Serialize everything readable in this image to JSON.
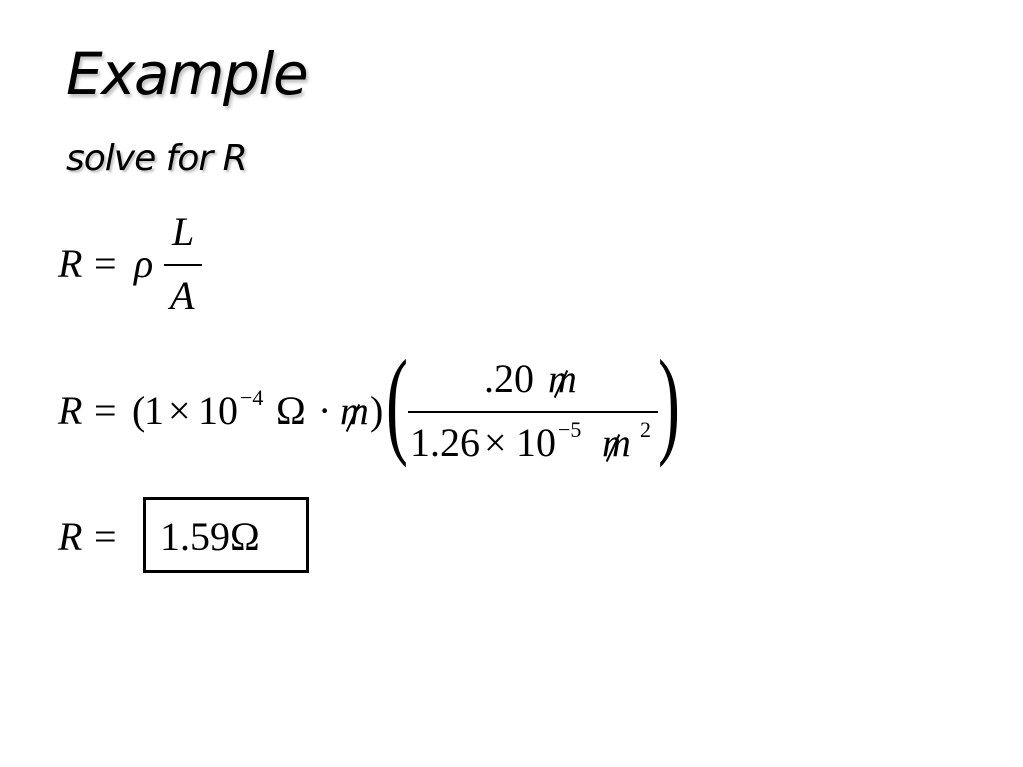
{
  "slide": {
    "title": "Example",
    "subtitle": "solve for R"
  },
  "equations": {
    "eq1": {
      "lhs": "R",
      "equals": "=",
      "rho": "ρ",
      "numerator": "L",
      "denominator": "A"
    },
    "eq2": {
      "lhs": "R",
      "equals": "=",
      "open_paren": "(",
      "coefficient": "1",
      "times": "×",
      "base": "10",
      "exponent": "−4",
      "ohm": "Ω",
      "dot": "·",
      "unit": "m",
      "close_paren": ")",
      "numerator": ".20",
      "numerator_unit": "m",
      "denominator_coefficient": "1.26",
      "denominator_times": "×",
      "denominator_base": "10",
      "denominator_exponent": "−5",
      "denominator_unit": "m",
      "denominator_unit_exponent": "2"
    },
    "eq3": {
      "lhs": "R",
      "equals": "=",
      "result": "1.59Ω"
    }
  }
}
